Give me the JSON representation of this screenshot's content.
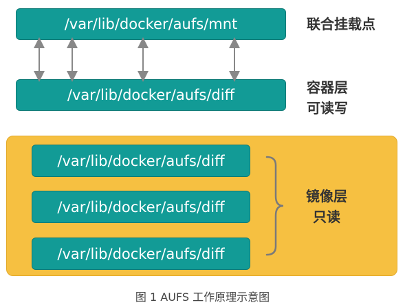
{
  "mount_layer": {
    "path": "/var/lib/docker/aufs/mnt",
    "label": "联合挂载点"
  },
  "container_layer": {
    "path": "/var/lib/docker/aufs/diff",
    "label_line1": "容器层",
    "label_line2": "可读写"
  },
  "image_layers": {
    "paths": [
      "/var/lib/docker/aufs/diff",
      "/var/lib/docker/aufs/diff",
      "/var/lib/docker/aufs/diff"
    ],
    "label_line1": "镜像层",
    "label_line2": "只读"
  },
  "caption": "图 1 AUFS 工作原理示意图",
  "colors": {
    "teal": "#129b96",
    "yellow": "#f6c041",
    "arrow": "#888888"
  }
}
